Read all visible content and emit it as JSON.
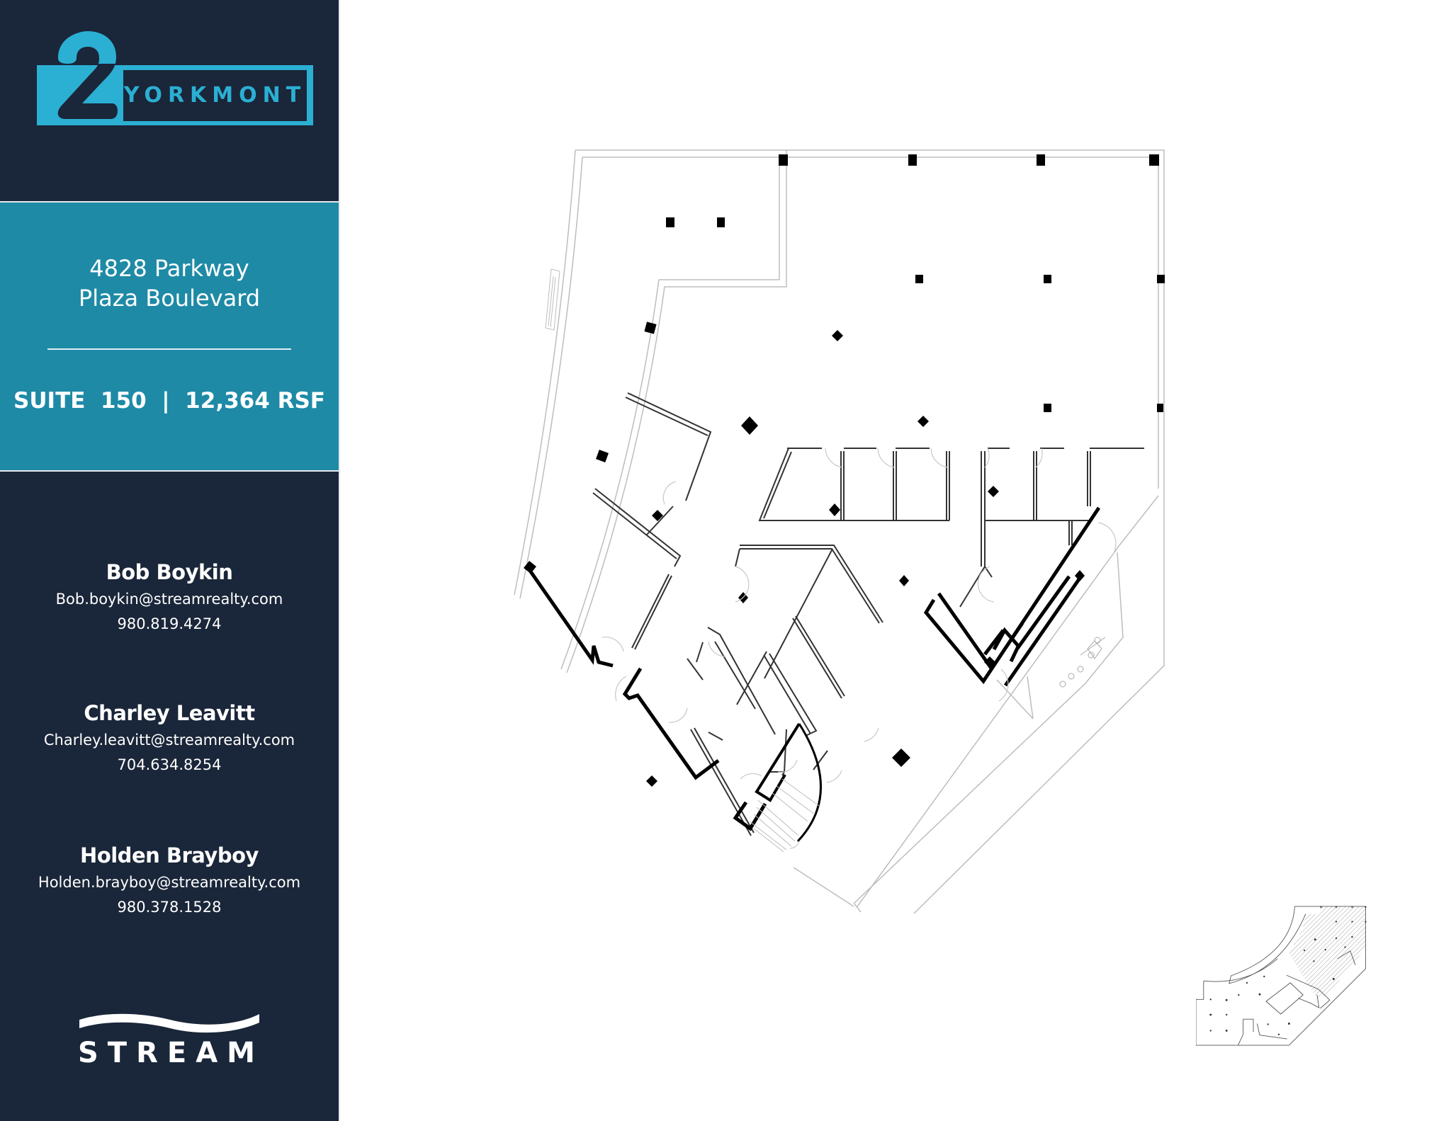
{
  "brand": {
    "logo_number": "2",
    "logo_word": "YORKMONT",
    "colors": {
      "navy": "#1a2639",
      "teal_band": "#1e8aa6",
      "logo_cyan": "#2bafd3",
      "text_white": "#ffffff"
    }
  },
  "property": {
    "address_line1": "4828 Parkway",
    "address_line2": "Plaza Boulevard",
    "suite_label": "SUITE  150  |  12,364 RSF",
    "suite_number": "150",
    "area_rsf": "12,364"
  },
  "contacts": [
    {
      "name": "Bob Boykin",
      "email": "Bob.boykin@streamrealty.com",
      "phone": "980.819.4274"
    },
    {
      "name": "Charley Leavitt",
      "email": "Charley.leavitt@streamrealty.com",
      "phone": "704.634.8254"
    },
    {
      "name": "Holden Brayboy",
      "email": "Holden.brayboy@streamrealty.com",
      "phone": "980.378.1528"
    }
  ],
  "footer_brand": {
    "wordmark": "STREAM",
    "icon": "wave-icon"
  },
  "floor_plan": {
    "title": "Suite 150 floor plan",
    "key_plan": "building key plan with suite highlighted (hatched)"
  }
}
